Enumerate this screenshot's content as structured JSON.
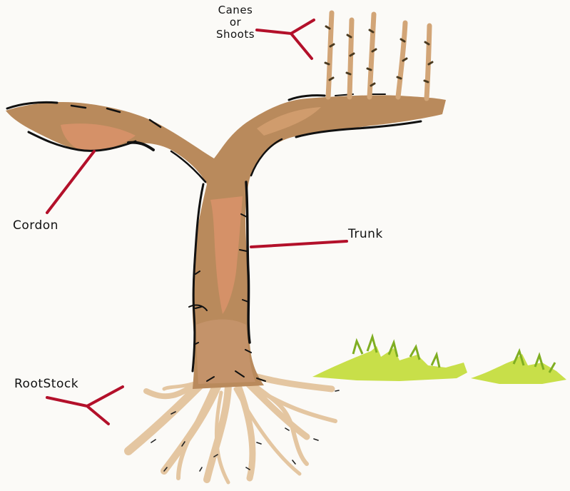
{
  "labels": {
    "canes": [
      "Canes",
      "or",
      "Shoots"
    ],
    "cordon": "Cordon",
    "trunk": "Trunk",
    "rootstock": "RootStock"
  },
  "colors": {
    "background": "#fbfaf7",
    "bark": "#b98a5c",
    "bark_light": "#d2a577",
    "bark_highlight": "#d9926a",
    "root": "#e3c7a3",
    "outline": "#111111",
    "pointer": "#b3102a",
    "grass": "#b8d72b",
    "grass_dark": "#6aa01f"
  }
}
